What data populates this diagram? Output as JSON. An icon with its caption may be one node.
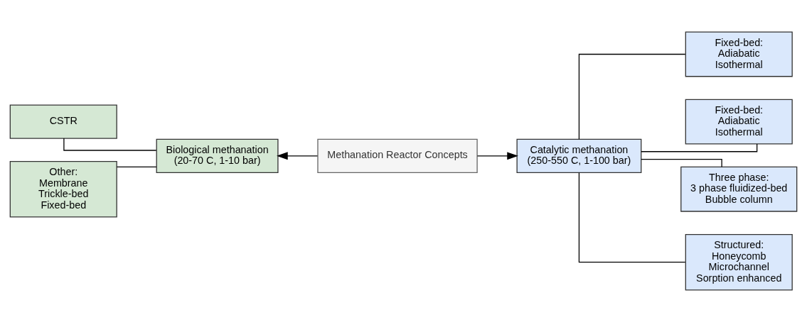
{
  "diagram": {
    "nodes": [
      {
        "text": [
          "Methanation Reactor Concepts"
        ]
      },
      {
        "text": [
          "Biological methanation",
          "(20-70 C, 1-10 bar)"
        ]
      },
      {
        "text": [
          "Catalytic methanation",
          "(250-550 C, 1-100 bar)"
        ]
      },
      {
        "text": [
          "CSTR"
        ]
      },
      {
        "text": [
          "Other:",
          "Membrane",
          "Trickle-bed",
          "Fixed-bed"
        ]
      },
      {
        "text": [
          "Fixed-bed:",
          "Adiabatic",
          "Isothermal"
        ]
      },
      {
        "text": [
          "Fixed-bed:",
          "Adiabatic",
          "Isothermal"
        ]
      },
      {
        "text": [
          "Three phase:",
          "3 phase fluidized-bed",
          "Bubble column"
        ]
      },
      {
        "text": [
          "Structured:",
          "Honeycomb",
          "Microchannel",
          "Sorption enhanced"
        ]
      }
    ],
    "edges": [
      {
        "from": 0,
        "to": 1,
        "arrow": "to"
      },
      {
        "from": 0,
        "to": 2,
        "arrow": "to"
      },
      {
        "from": 1,
        "to": 3,
        "arrow": "none"
      },
      {
        "from": 1,
        "to": 4,
        "arrow": "none"
      },
      {
        "from": 2,
        "to": 5,
        "arrow": "none"
      },
      {
        "from": 2,
        "to": 6,
        "arrow": "none"
      },
      {
        "from": 2,
        "to": 7,
        "arrow": "none"
      },
      {
        "from": 2,
        "to": 8,
        "arrow": "none"
      }
    ]
  }
}
